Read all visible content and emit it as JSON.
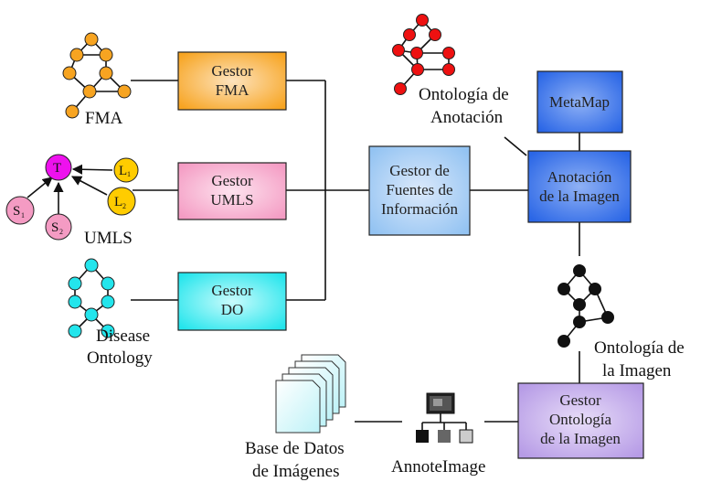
{
  "colors": {
    "fma": "#f7a421",
    "umls": "#f49bc3",
    "do": "#23e5ec",
    "fuentes": "#93c3f2",
    "anotacion": "#2a66e6",
    "metamap": "#2a66e6",
    "imagen": "#b69be6",
    "onto_anot": "#ee1111",
    "onto_img": "#111111",
    "umls_T": "#ee11ee",
    "umls_L": "#ffcc00",
    "umls_S": "#f49bc3"
  },
  "boxes": {
    "fma": [
      "Gestor",
      "FMA"
    ],
    "umls": [
      "Gestor",
      "UMLS"
    ],
    "do": [
      "Gestor",
      "DO"
    ],
    "fuentes": [
      "Gestor de",
      "Fuentes de",
      "Información"
    ],
    "metamap": [
      "MetaMap"
    ],
    "anotacion": [
      "Anotación",
      "de la Imagen"
    ],
    "gestor_onto_img": [
      "Gestor",
      "Ontología",
      "de la Imagen"
    ]
  },
  "labels": {
    "fma": "FMA",
    "umls": "UMLS",
    "do": [
      "Disease",
      "Ontology"
    ],
    "onto_anot": [
      "Ontología de",
      "Anotación"
    ],
    "onto_img": [
      "Ontología de",
      "la Imagen"
    ],
    "base_datos": [
      "Base de Datos",
      "de Imágenes"
    ],
    "annoteimage": "AnnoteImage"
  },
  "umls_nodes": {
    "T": "T",
    "L1": "L",
    "L1_sub": "1",
    "L2": "L",
    "L2_sub": "2",
    "S1": "S",
    "S1_sub": "1",
    "S2": "S",
    "S2_sub": "2"
  }
}
